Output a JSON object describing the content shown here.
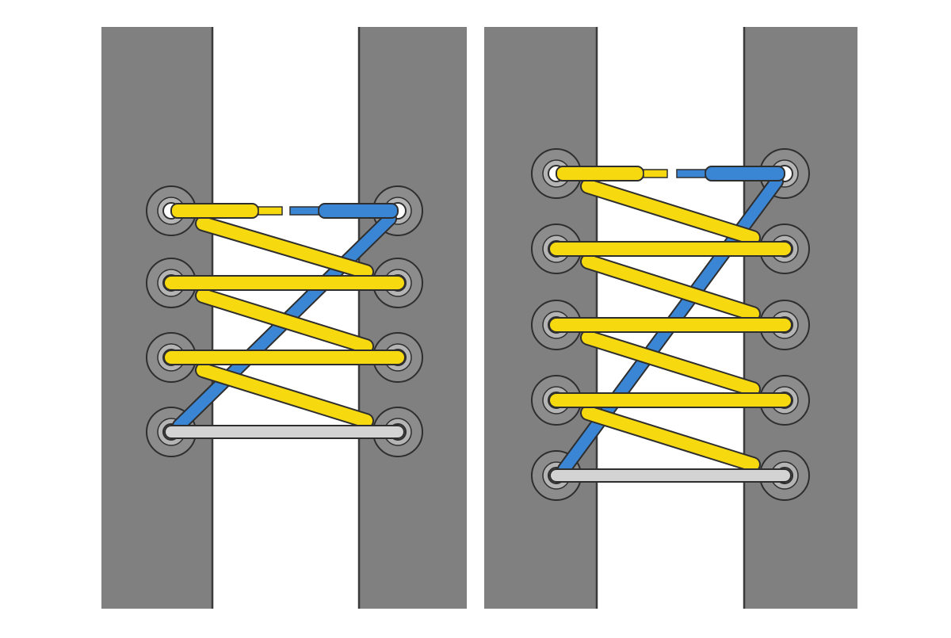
{
  "colors": {
    "background": "#ffffff",
    "panel": "#808080",
    "panel_edge": "#3a3a3a",
    "eyelet_outer": "#8c8c8c",
    "eyelet_ring": "#b4b4b4",
    "eyelet_hole": "#ffffff",
    "lace_yellow": "#f6d90f",
    "lace_blue": "#3a86d4",
    "lace_bottom": "#d3d3d3",
    "lace_outline": "#2e2e2e"
  },
  "diagrams": [
    {
      "pairs": 4,
      "lacing": [
        "bottom-bar",
        "diagonal-left-up",
        "straight",
        "diagonal-left-up",
        "straight",
        "diagonal-left-up",
        "aglet-end-yellow"
      ],
      "long_end_color": "blue"
    },
    {
      "pairs": 5,
      "lacing": [
        "bottom-bar",
        "diagonal-left-up",
        "straight",
        "diagonal-left-up",
        "straight",
        "diagonal-left-up",
        "straight",
        "diagonal-left-up",
        "aglet-end-yellow"
      ],
      "long_end_color": "blue"
    }
  ]
}
